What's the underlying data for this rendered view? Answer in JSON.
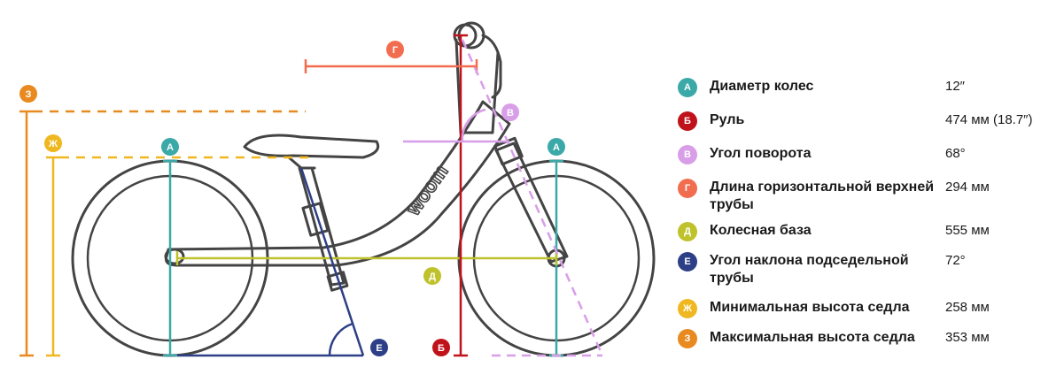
{
  "diagram": {
    "brand": "woom",
    "markers": {
      "A": "А",
      "B": "Б",
      "V": "В",
      "G": "Г",
      "D": "Д",
      "E": "Е",
      "ZH": "Ж",
      "Z": "З"
    }
  },
  "legend": [
    {
      "key": "А",
      "label": "Диаметр колес",
      "value": "12″",
      "color": "#3aa9a8"
    },
    {
      "key": "Б",
      "label": "Руль",
      "value": "474 мм (18.7″)",
      "color": "#c0121a"
    },
    {
      "key": "В",
      "label": "Угол поворота",
      "value": "68°",
      "color": "#d89ee8"
    },
    {
      "key": "Г",
      "label": "Длина горизонтальной верхней трубы",
      "value": "294 мм",
      "color": "#f26d4f"
    },
    {
      "key": "Д",
      "label": "Колесная база",
      "value": "555 мм",
      "color": "#bfc22a"
    },
    {
      "key": "Е",
      "label": "Угол наклона подседельной трубы",
      "value": "72°",
      "color": "#2d3f86"
    },
    {
      "key": "Ж",
      "label": "Минимальная высота седла",
      "value": "258 мм",
      "color": "#f0b820"
    },
    {
      "key": "З",
      "label": "Максимальная высота седла",
      "value": "353 мм",
      "color": "#e88a1f"
    }
  ]
}
